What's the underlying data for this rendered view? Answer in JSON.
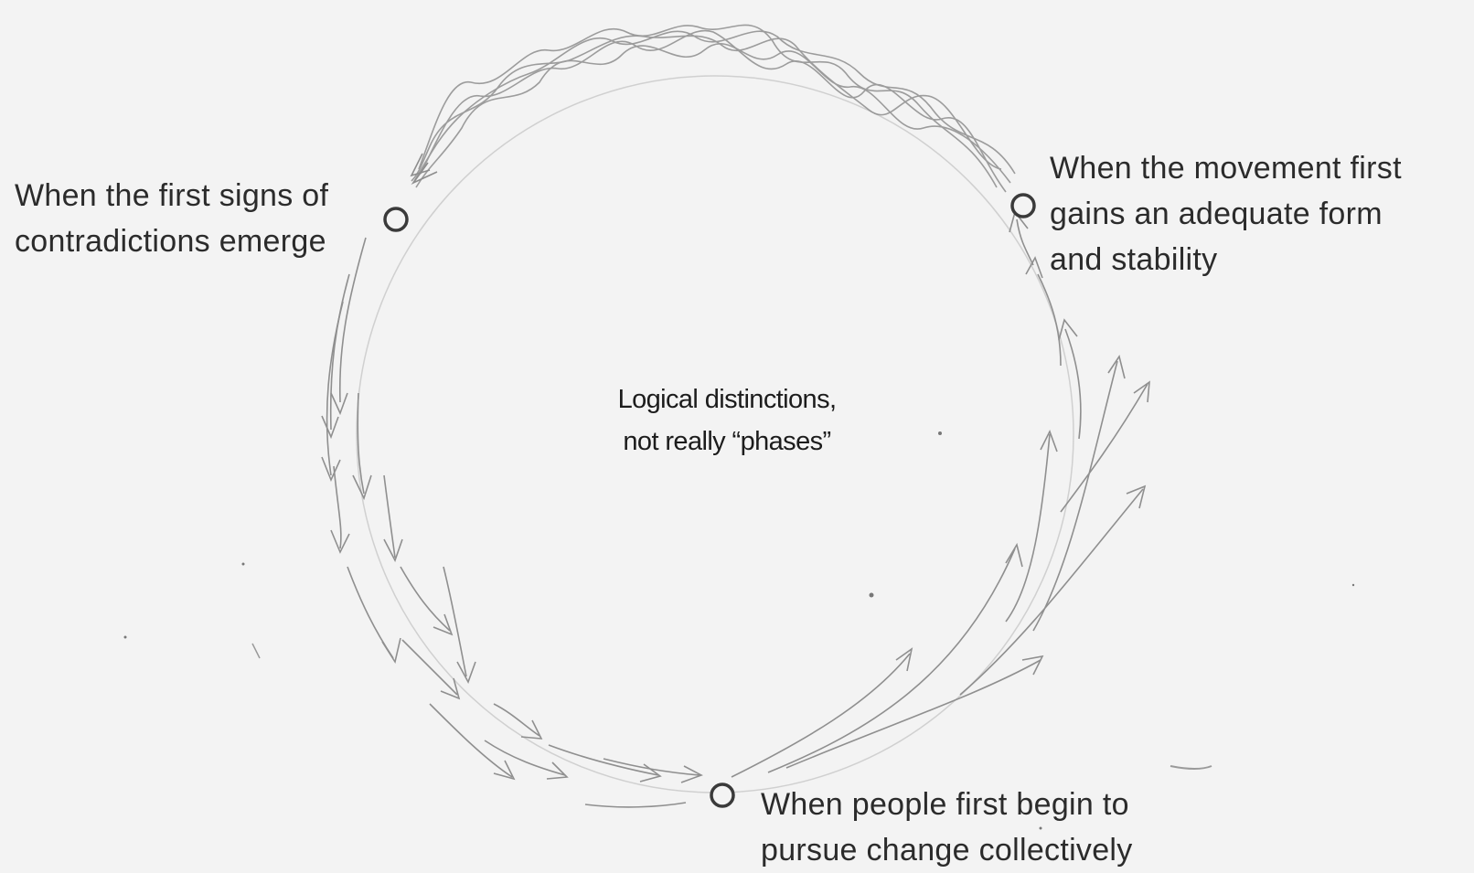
{
  "nodes": [
    {
      "id": "contradictions",
      "lines": [
        "When the first signs of",
        "contradictions emerge"
      ]
    },
    {
      "id": "stability",
      "lines": [
        "When the movement first",
        "gains an adequate form",
        "and stability"
      ]
    },
    {
      "id": "collective",
      "lines": [
        "When people first begin to",
        "pursue change collectively"
      ]
    }
  ],
  "center_note": {
    "lines": [
      "Logical distinctions,",
      "not really “phases”"
    ]
  },
  "colors": {
    "pencil": "#8a8a8a",
    "pencil_dark": "#5e5e5e",
    "node": "#3a3a3a",
    "paper": "#f3f3f3"
  }
}
